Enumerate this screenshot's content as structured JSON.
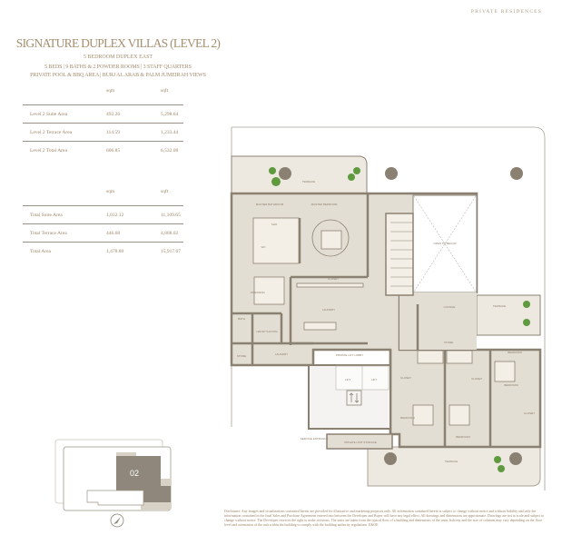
{
  "header": {
    "brand": "PRIVATE RESIDENCES"
  },
  "title": "SIGNATURE DUPLEX VILLAS (LEVEL 2)",
  "subtitle": "5 BEDROOM DUPLEX EAST",
  "features": [
    "5 BEDS | 9 BATHS & 2 POWDER ROOMS | 3 STAFF QUARTERS",
    "PRIVATE POOL & BBQ AREA | BURJ AL ARAB & PALM JUMEIRAH VIEWS"
  ],
  "level_table": {
    "columns": [
      "",
      "sqm",
      "sqft"
    ],
    "rows": [
      {
        "label": "Level 2 Suite Area",
        "sqm": "492.26",
        "sqft": "5,298.64"
      },
      {
        "label": "Level 2 Terrace Area",
        "sqm": "114.59",
        "sqft": "1,233.44"
      },
      {
        "label": "Level 2 Total Area",
        "sqm": "606.85",
        "sqft": "6,532.08"
      }
    ]
  },
  "total_table": {
    "columns": [
      "",
      "sqm",
      "sqft"
    ],
    "rows": [
      {
        "label": "Total Suite Area",
        "sqm": "1,032.12",
        "sqft": "11,109.65"
      },
      {
        "label": "Total Terrace Area",
        "sqm": "446.68",
        "sqft": "4,808.02"
      },
      {
        "label": "Total Area",
        "sqm": "1,478.80",
        "sqft": "15,917.67"
      }
    ]
  },
  "key_plan": {
    "unit": "02",
    "icon": "north-arrow-icon",
    "highlight_color": "#8f877b"
  },
  "plan": {
    "rooms": {
      "terrace_top": "TERRACE",
      "master_bathroom": "MASTER BATHROOM",
      "master_bedroom": "MASTER BEDROOM",
      "shower": "SHO",
      "wc": "WC",
      "closet": "CLOSET",
      "dressing": "DRESSING",
      "laundry_top": "LAUNDRY",
      "bath": "BATH",
      "nannys_room": "NANNY'S ROOM",
      "store_left": "STORE",
      "laundry": "LAUNDRY",
      "private_lift_lobby": "PRIVATE LIFT LOBBY",
      "lift1": "LIFT",
      "lift2": "LIFT",
      "service_entrance": "SERVICE ENTRANCE",
      "private_unit_storage": "PRIVATE UNIT STORAGE",
      "open_to_below": "OPEN TO BELOW",
      "lounge": "LOUNGE",
      "terrace_right": "TERRACE",
      "store": "STORE",
      "bedroom1": "BEDROOM",
      "bedroom2": "BEDROOM",
      "bedroom3": "BEDROOM",
      "bedroom4": "BEDROOM",
      "closet1": "CLOSET",
      "closet2": "CLOSET",
      "closet3": "CLOSET",
      "terrace_bottom": "TERRACE"
    }
  },
  "colors": {
    "wall": "#8b8173",
    "floor": "#e3ded3",
    "terrace": "#ede9e0",
    "text": "#a18b6b"
  },
  "disclaimer": "Disclaimer: Any images and visualizations contained herein are provided for illustrative and marketing purposes only. All information contained herein is subject to change without notice and without liability and only the information contained in the final Sales and Purchase Agreement entered into between the Developer and Buyer will have any legal effect. All drawings and dimensions are approximate. Drawings are not to scale and subject to change without notice. The Developer reserves the right to make revisions. The units are taken from the typical floor of a building and dimensions of the units, balcony and the size of columns may vary depending on the floor level and orientation of the unit within the building to comply with the building authority regulations. E&OE"
}
